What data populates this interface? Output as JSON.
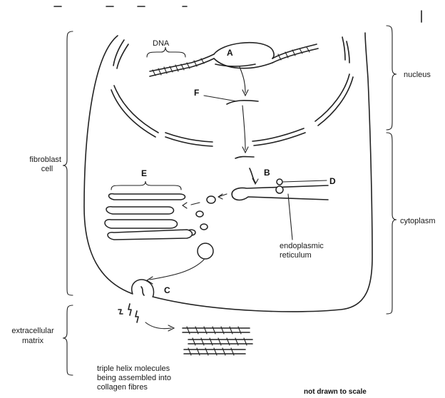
{
  "labels": {
    "dna": "DNA",
    "a": "A",
    "b": "B",
    "c": "C",
    "d": "D",
    "e": "E",
    "f": "F",
    "nucleus": "nucleus",
    "cytoplasm": "cytoplasm",
    "fibroblast_line1": "fibroblast",
    "fibroblast_line2": "cell",
    "ecm_line1": "extracellular",
    "ecm_line2": "matrix",
    "er_line1": "endoplasmic",
    "er_line2": "reticulum",
    "triple_line1": "triple helix molecules",
    "triple_line2": "being assembled into",
    "triple_line3": "collagen fibres",
    "scale_note": "not drawn to scale"
  }
}
